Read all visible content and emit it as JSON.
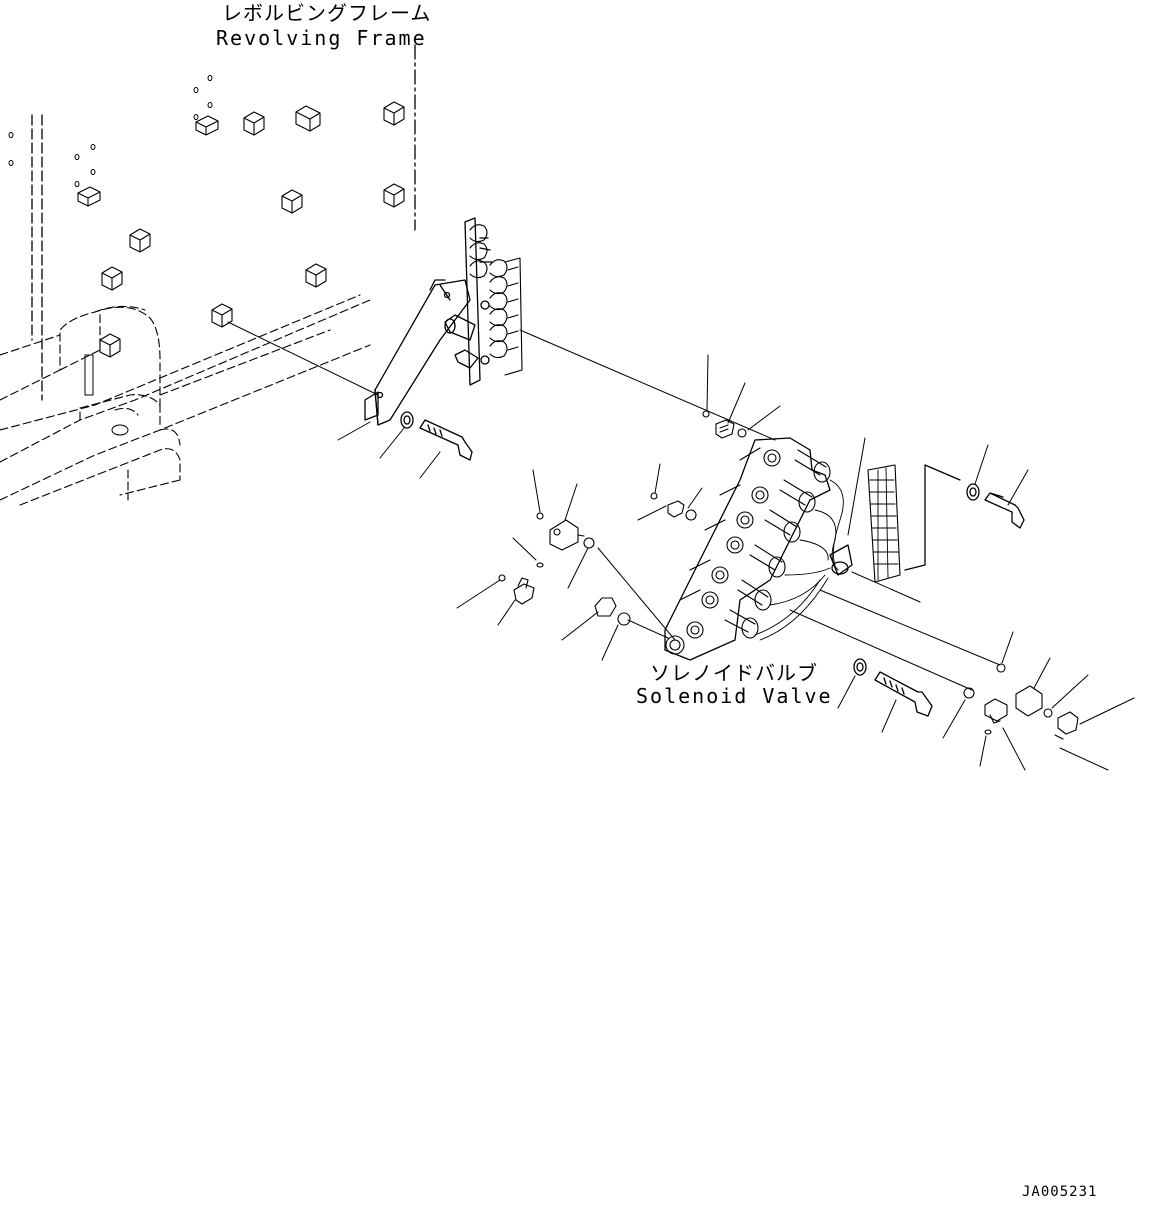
{
  "labels": {
    "revolving_frame_jp": "レボルビングフレーム",
    "revolving_frame_en": "Revolving Frame",
    "solenoid_valve_jp": "ソレノイドバルブ",
    "solenoid_valve_en": "Solenoid Valve",
    "drawing_id": "JA005231"
  },
  "colors": {
    "line": "#000000",
    "background": "#ffffff"
  }
}
